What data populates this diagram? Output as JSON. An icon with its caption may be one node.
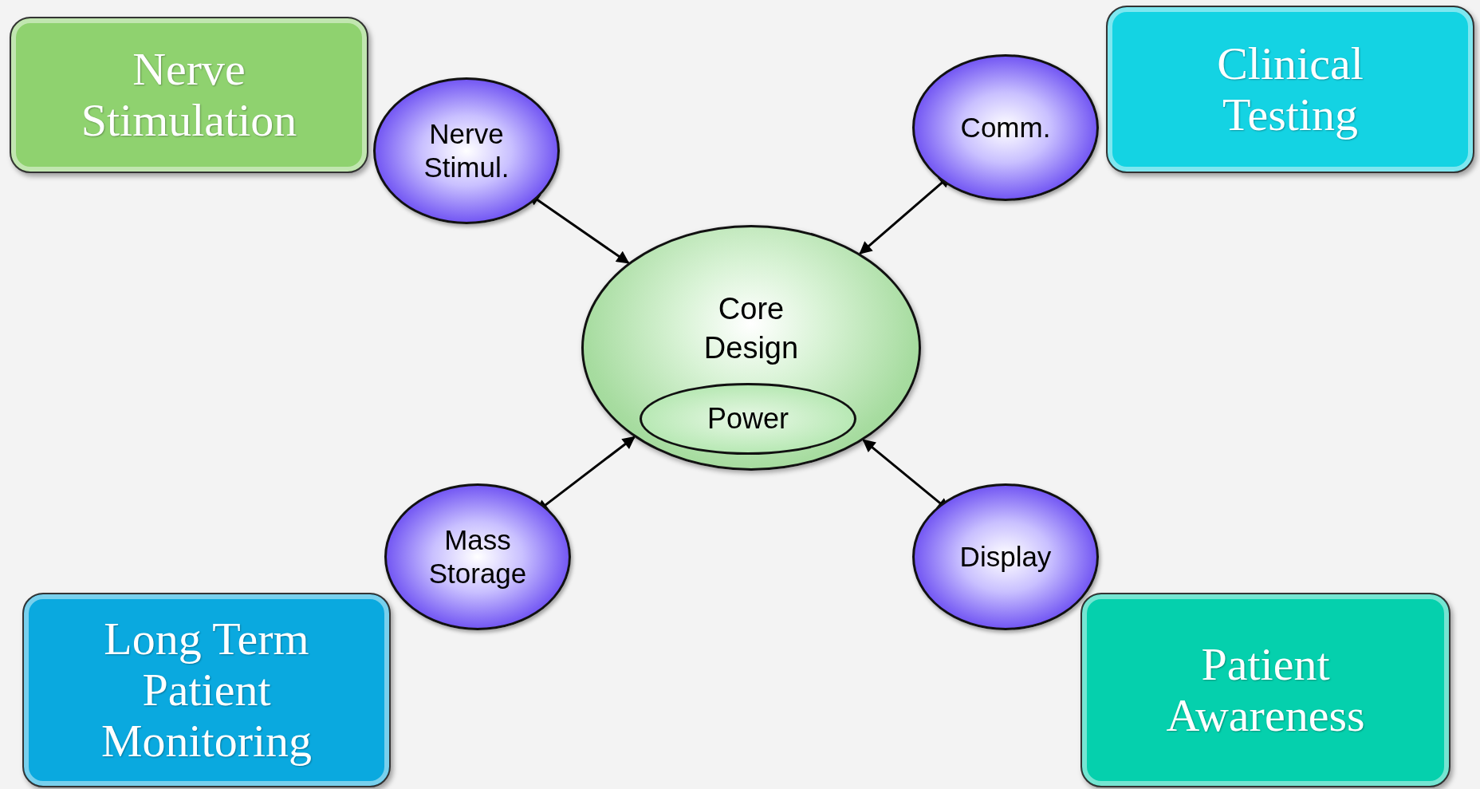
{
  "diagram": {
    "nodes": [
      {
        "text": [
          "Nerve Stimulation"
        ]
      },
      {
        "text": [
          "Nerve Stimul."
        ]
      },
      {
        "text": [
          "Comm."
        ]
      },
      {
        "text": [
          "Clinical Testing"
        ]
      },
      {
        "text": [
          "Core Design"
        ]
      },
      {
        "text": [
          "Power"
        ],
        "in": 4
      },
      {
        "text": [
          "Mass Storage"
        ]
      },
      {
        "text": [
          "Display"
        ]
      },
      {
        "text": [
          "Long Term Patient Monitoring"
        ]
      },
      {
        "text": [
          "Patient Awareness"
        ]
      }
    ],
    "edges": [
      {
        "from": 1,
        "to": 4,
        "arrow": "both"
      },
      {
        "from": 2,
        "to": 4,
        "arrow": "both"
      },
      {
        "from": 6,
        "to": 4,
        "arrow": "both"
      },
      {
        "from": 7,
        "to": 4,
        "arrow": "both"
      }
    ]
  }
}
